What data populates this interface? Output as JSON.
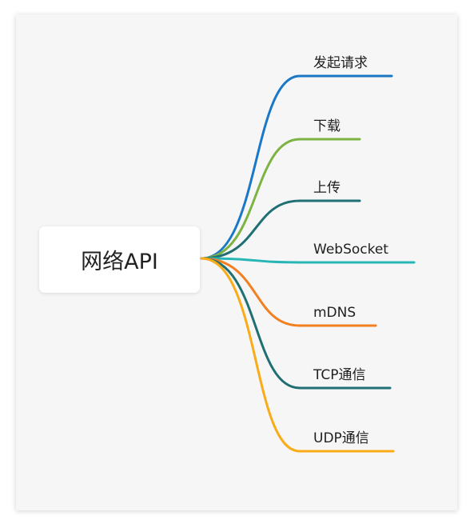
{
  "root": {
    "label": "网络API"
  },
  "branches": [
    {
      "label": "发起请求",
      "color": "#1b78c6"
    },
    {
      "label": "下载",
      "color": "#7cb342"
    },
    {
      "label": "上传",
      "color": "#1f6f73"
    },
    {
      "label": "WebSocket",
      "color": "#28b5b5"
    },
    {
      "label": "mDNS",
      "color": "#f28020"
    },
    {
      "label": "TCP通信",
      "color": "#1f6f73"
    },
    {
      "label": "UDP通信",
      "color": "#f9ab18"
    }
  ]
}
